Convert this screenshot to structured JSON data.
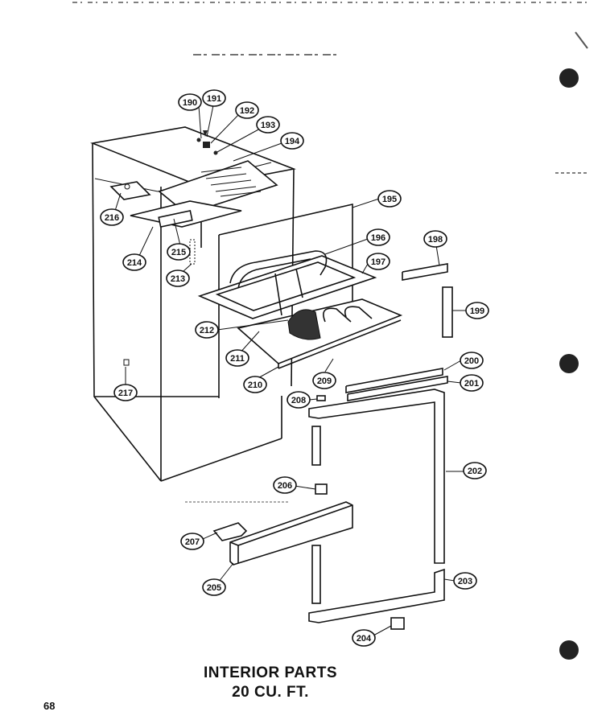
{
  "caption": {
    "line1": "INTERIOR PARTS",
    "line2": "20 CU. FT."
  },
  "page_number": "68",
  "callouts": [
    {
      "id": "c190",
      "label": "190"
    },
    {
      "id": "c191",
      "label": "191"
    },
    {
      "id": "c192",
      "label": "192"
    },
    {
      "id": "c193",
      "label": "193"
    },
    {
      "id": "c194",
      "label": "194"
    },
    {
      "id": "c195",
      "label": "195"
    },
    {
      "id": "c196",
      "label": "196"
    },
    {
      "id": "c197",
      "label": "197"
    },
    {
      "id": "c198",
      "label": "198"
    },
    {
      "id": "c199",
      "label": "199"
    },
    {
      "id": "c200",
      "label": "200"
    },
    {
      "id": "c201",
      "label": "201"
    },
    {
      "id": "c202",
      "label": "202"
    },
    {
      "id": "c203",
      "label": "203"
    },
    {
      "id": "c204",
      "label": "204"
    },
    {
      "id": "c205",
      "label": "205"
    },
    {
      "id": "c206",
      "label": "206"
    },
    {
      "id": "c207",
      "label": "207"
    },
    {
      "id": "c208",
      "label": "208"
    },
    {
      "id": "c209",
      "label": "209"
    },
    {
      "id": "c210",
      "label": "210"
    },
    {
      "id": "c211",
      "label": "211"
    },
    {
      "id": "c212",
      "label": "212"
    },
    {
      "id": "c213",
      "label": "213"
    },
    {
      "id": "c214",
      "label": "214"
    },
    {
      "id": "c215",
      "label": "215"
    },
    {
      "id": "c216",
      "label": "216"
    },
    {
      "id": "c217",
      "label": "217"
    }
  ],
  "colors": {
    "ink": "#111111",
    "paper": "#ffffff"
  }
}
